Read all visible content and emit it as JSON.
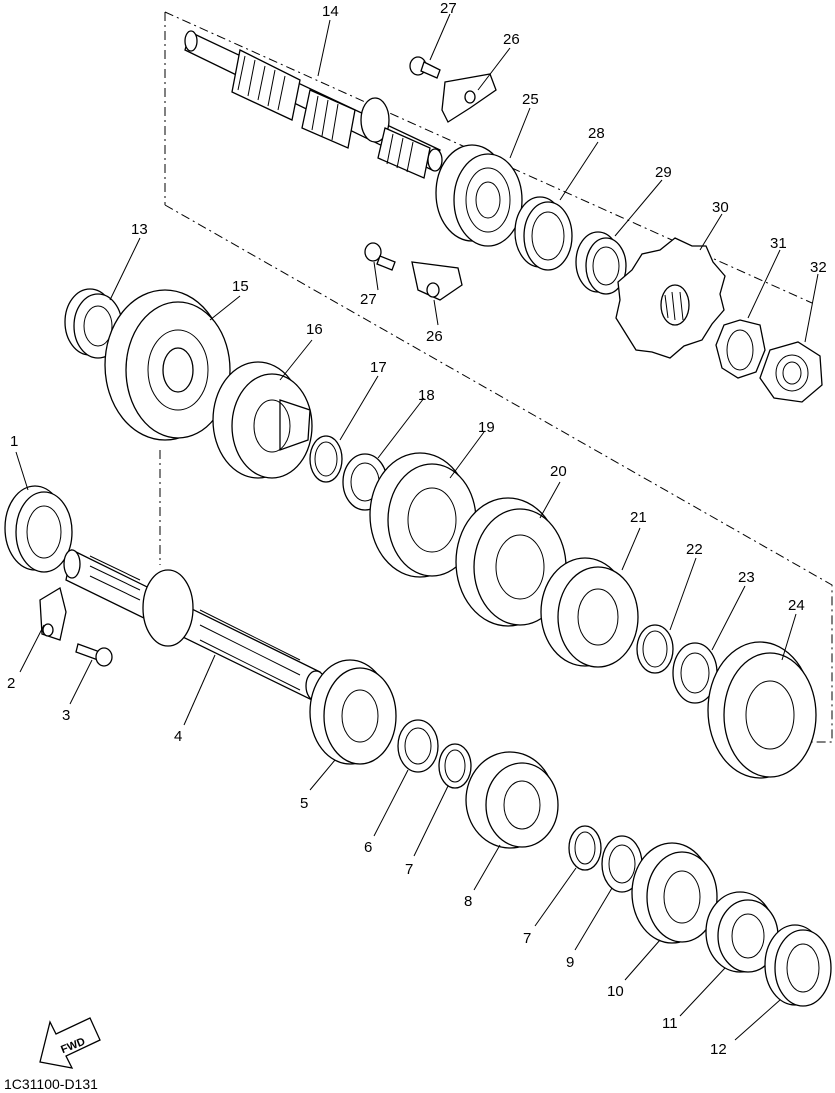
{
  "diagram": {
    "callouts": [
      {
        "id": "c1",
        "text": "1"
      },
      {
        "id": "c2",
        "text": "2"
      },
      {
        "id": "c3",
        "text": "3"
      },
      {
        "id": "c4",
        "text": "4"
      },
      {
        "id": "c5",
        "text": "5"
      },
      {
        "id": "c6",
        "text": "6"
      },
      {
        "id": "c7a",
        "text": "7"
      },
      {
        "id": "c7b",
        "text": "7"
      },
      {
        "id": "c8",
        "text": "8"
      },
      {
        "id": "c9",
        "text": "9"
      },
      {
        "id": "c10",
        "text": "10"
      },
      {
        "id": "c11",
        "text": "11"
      },
      {
        "id": "c12",
        "text": "12"
      },
      {
        "id": "c13",
        "text": "13"
      },
      {
        "id": "c14",
        "text": "14"
      },
      {
        "id": "c15",
        "text": "15"
      },
      {
        "id": "c16",
        "text": "16"
      },
      {
        "id": "c17",
        "text": "17"
      },
      {
        "id": "c18",
        "text": "18"
      },
      {
        "id": "c19",
        "text": "19"
      },
      {
        "id": "c20",
        "text": "20"
      },
      {
        "id": "c21",
        "text": "21"
      },
      {
        "id": "c22",
        "text": "22"
      },
      {
        "id": "c23",
        "text": "23"
      },
      {
        "id": "c24",
        "text": "24"
      },
      {
        "id": "c25",
        "text": "25"
      },
      {
        "id": "c26a",
        "text": "26"
      },
      {
        "id": "c26b",
        "text": "26"
      },
      {
        "id": "c27a",
        "text": "27"
      },
      {
        "id": "c27b",
        "text": "27"
      },
      {
        "id": "c28",
        "text": "28"
      },
      {
        "id": "c29",
        "text": "29"
      },
      {
        "id": "c30",
        "text": "30"
      },
      {
        "id": "c31",
        "text": "31"
      },
      {
        "id": "c32",
        "text": "32"
      }
    ],
    "fwd_label": "FWD",
    "drawing_code": "1C31100-D131",
    "line_color": "#000000",
    "background_color": "#ffffff"
  }
}
